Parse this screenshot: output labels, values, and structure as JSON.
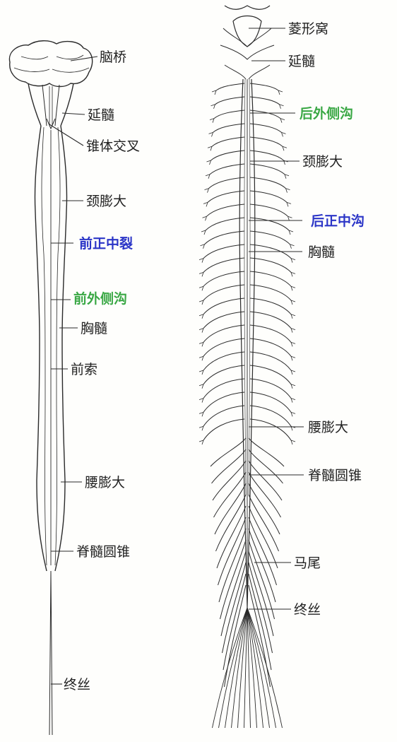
{
  "left_view": {
    "labels": {
      "pons": "脑桥",
      "medulla": "延髓",
      "pyramidal_decussation": "锥体交叉",
      "cervical_enlargement": "颈膨大",
      "anterior_median_fissure": "前正中裂",
      "anterolateral_sulcus": "前外侧沟",
      "thoracic_cord": "胸髓",
      "anterior_funiculus": "前索",
      "lumbar_enlargement": "腰膨大",
      "conus_medullaris": "脊髓圆锥",
      "filum_terminale": "终丝"
    }
  },
  "right_view": {
    "labels": {
      "rhomboid_fossa": "菱形窝",
      "medulla": "延髓",
      "posterolateral_sulcus": "后外侧沟",
      "cervical_enlargement": "颈膨大",
      "posterior_median_sulcus": "后正中沟",
      "thoracic_cord": "胸髓",
      "lumbar_enlargement": "腰膨大",
      "conus_medullaris": "脊髓圆锥",
      "cauda_equina": "马尾",
      "filum_terminale": "终丝"
    }
  },
  "colors": {
    "blue_label": "#2b35c7",
    "green_label": "#3aa845",
    "line": "#2a2a2a"
  }
}
